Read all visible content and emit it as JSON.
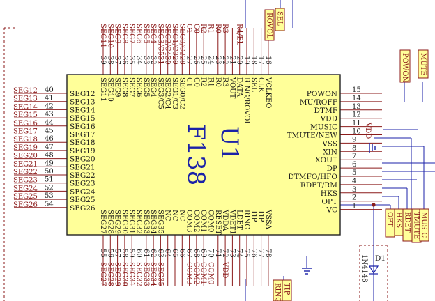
{
  "colors": {
    "chip_fill": "#ffff99",
    "chip_stroke": "#222222",
    "wire": "#1b22a8",
    "pin_line": "#8b1a1a",
    "net_label": "#8b1a1a",
    "ref_text": "#1b22a8",
    "port_fill": "#ffff99",
    "junction": "#8b1a1a"
  },
  "chip": {
    "designator": "U1",
    "part": "F138"
  },
  "left_pins": [
    {
      "num": "40",
      "name": "SEG12",
      "net": "SEG12"
    },
    {
      "num": "41",
      "name": "SEG13",
      "net": "SEG13"
    },
    {
      "num": "42",
      "name": "SEG14",
      "net": "SEG14"
    },
    {
      "num": "43",
      "name": "SEG15",
      "net": "SEG15"
    },
    {
      "num": "44",
      "name": "SEG16",
      "net": "SEG16"
    },
    {
      "num": "45",
      "name": "SEG17",
      "net": "SEG17"
    },
    {
      "num": "46",
      "name": "SEG18",
      "net": "SEG18"
    },
    {
      "num": "47",
      "name": "SEG19",
      "net": "SEG19"
    },
    {
      "num": "48",
      "name": "SEG20",
      "net": "SEG20"
    },
    {
      "num": "49",
      "name": "SEG21",
      "net": "SEG21"
    },
    {
      "num": "50",
      "name": "SEG22",
      "net": "SEG22"
    },
    {
      "num": "51",
      "name": "SEG23",
      "net": "SEG23"
    },
    {
      "num": "52",
      "name": "SEG24",
      "net": "SEG24"
    },
    {
      "num": "53",
      "name": "SEG25",
      "net": "SEG25"
    },
    {
      "num": "54",
      "name": "SEG26",
      "net": "SEG26"
    }
  ],
  "right_pins": [
    {
      "num": "15",
      "name": "POWON"
    },
    {
      "num": "14",
      "name": "MU/ROFF"
    },
    {
      "num": "13",
      "name": "DTMF"
    },
    {
      "num": "12",
      "name": "VDD"
    },
    {
      "num": "11",
      "name": "MUSIC"
    },
    {
      "num": "10",
      "name": "TMUTE/NEW"
    },
    {
      "num": "9",
      "name": "VSS"
    },
    {
      "num": "8",
      "name": "XIN"
    },
    {
      "num": "7",
      "name": "XOUT"
    },
    {
      "num": "6",
      "name": "DP"
    },
    {
      "num": "5",
      "name": "DTMFO/HFO"
    },
    {
      "num": "4",
      "name": "RDET/RM"
    },
    {
      "num": "3",
      "name": "HKS"
    },
    {
      "num": "2",
      "name": "OPT"
    },
    {
      "num": "1",
      "name": "VC"
    }
  ],
  "top_pins": [
    {
      "num": "39",
      "name": "SEG11",
      "net": "SEG11"
    },
    {
      "num": "38",
      "name": "SEG10",
      "net": "SEG10"
    },
    {
      "num": "37",
      "name": "SEG9",
      "net": "SEG9"
    },
    {
      "num": "36",
      "name": "SEG8",
      "net": "SEG8"
    },
    {
      "num": "35",
      "name": "SEG7",
      "net": "SEG7"
    },
    {
      "num": "34",
      "name": "SEG6",
      "net": "SEG6"
    },
    {
      "num": "33",
      "name": "SEG5",
      "net": "SEG5"
    },
    {
      "num": "32",
      "name": "SEG4",
      "net": "SEG4"
    },
    {
      "num": "31",
      "name": "SEG3/C5",
      "net": "SEG3/C531"
    },
    {
      "num": "30",
      "name": "SEG2/C4",
      "net": "SEG2/C430"
    },
    {
      "num": "29",
      "name": "SEG1/C3",
      "net": "SEG1/C329"
    },
    {
      "num": "28",
      "name": "SEG0/C2",
      "net": "SEG0/C228"
    },
    {
      "num": "27",
      "name": "C1",
      "net": "C1"
    },
    {
      "num": "26",
      "name": "C0",
      "net": "C0"
    },
    {
      "num": "25",
      "name": "R2",
      "net": "R2"
    },
    {
      "num": "24",
      "name": "R1",
      "net": "R1"
    },
    {
      "num": "23",
      "name": "R0",
      "net": "R0"
    },
    {
      "num": "22",
      "name": "R3",
      "net": "R3"
    },
    {
      "num": "21",
      "name": "VOUT",
      "net": ""
    },
    {
      "num": "20",
      "name": "DATA",
      "net": "R4/EL"
    },
    {
      "num": "19",
      "name": "RING/ROVOL",
      "net": ""
    },
    {
      "num": "18",
      "name": "SEL",
      "net": ""
    },
    {
      "num": "17",
      "name": "CLK",
      "net": ""
    },
    {
      "num": "16",
      "name": "VCLKEO",
      "net": ""
    }
  ],
  "bottom_pins": [
    {
      "num": "55",
      "name": "SEG27",
      "net": "SEG27"
    },
    {
      "num": "56",
      "name": "SEG28",
      "net": "SEG28"
    },
    {
      "num": "57",
      "name": "SEG29",
      "net": "SEG29"
    },
    {
      "num": "58",
      "name": "SEG30",
      "net": "SEG30"
    },
    {
      "num": "59",
      "name": "SEG31",
      "net": "SEG31"
    },
    {
      "num": "60",
      "name": "SEG32",
      "net": "SEG32"
    },
    {
      "num": "61",
      "name": "SEG33",
      "net": "SEG33"
    },
    {
      "num": "62",
      "name": "SEG34",
      "net": "SEG34"
    },
    {
      "num": "63",
      "name": "SEG35",
      "net": "SEG35"
    },
    {
      "num": "64",
      "name": "NC",
      "net": ""
    },
    {
      "num": "65",
      "name": "NC",
      "net": ""
    },
    {
      "num": "66",
      "name": "NC",
      "net": ""
    },
    {
      "num": "67",
      "name": "COM3",
      "net": "COM3"
    },
    {
      "num": "68",
      "name": "COM2",
      "net": "COM2"
    },
    {
      "num": "69",
      "name": "COM1",
      "net": "COM1"
    },
    {
      "num": "70",
      "name": "COM0",
      "net": "COM0"
    },
    {
      "num": "71",
      "name": "RESET",
      "net": ""
    },
    {
      "num": "72",
      "name": "VDDA",
      "net": "VDD"
    },
    {
      "num": "73",
      "name": "VDET1",
      "net": ""
    },
    {
      "num": "74",
      "name": "LDET",
      "net": ""
    },
    {
      "num": "75",
      "name": "RING",
      "net": ""
    },
    {
      "num": "76",
      "name": "TIP",
      "net": ""
    },
    {
      "num": "77",
      "name": "TIP",
      "net": ""
    },
    {
      "num": "78",
      "name": "VSSA",
      "net": ""
    }
  ],
  "ports": {
    "top_rovol": "ROVOL",
    "top_sel": "SEL",
    "top_right_powon": "POWON",
    "top_right_mute": "MUTE",
    "bottom_ring": "RING",
    "bottom_tip": "TIP",
    "right_opt": "OPT",
    "right_hks": "HKS",
    "right_rdet": "RDET",
    "right_tmute": "TMUTE",
    "right_music": "MUSIC"
  },
  "labels": {
    "vdd_right": "VDD",
    "diode_ref": "D1",
    "diode_part": "1N4148"
  }
}
